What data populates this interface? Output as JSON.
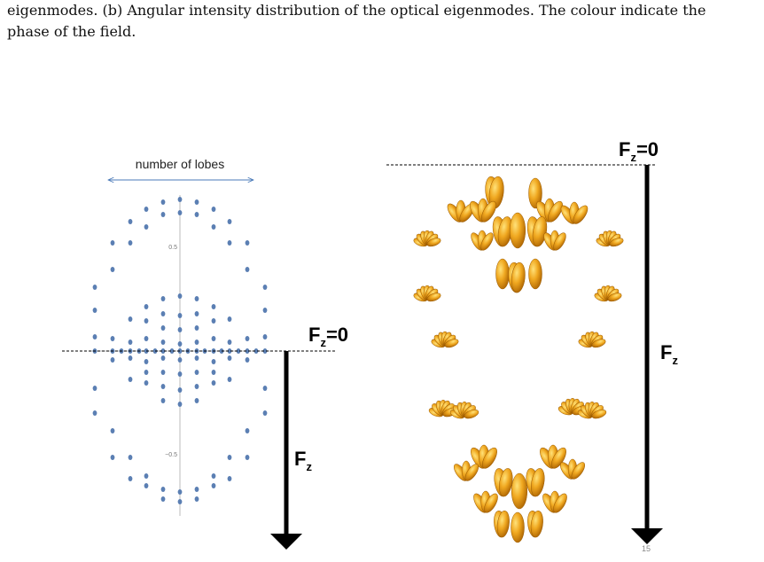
{
  "caption": {
    "line1": "eigenmodes. (b) Angular intensity distribution of the optical eigenmodes. The colour indicate the",
    "line2": "phase of the field."
  },
  "left_panel": {
    "lobes_label": "number of lobes",
    "tick_top": "0.5",
    "tick_bottom": "−0.5",
    "fz0_label": "F",
    "fz0_sub": "z",
    "fz0_eq": "=0",
    "fz_label": "F",
    "fz_sub": "z",
    "dot_color": "#5b7fb3"
  },
  "right_panel": {
    "fz0_label": "F",
    "fz0_sub": "z",
    "fz0_eq": "=0",
    "fz_label": "F",
    "fz_sub": "z",
    "flower_color": "#f0a820"
  },
  "page_number": "15"
}
